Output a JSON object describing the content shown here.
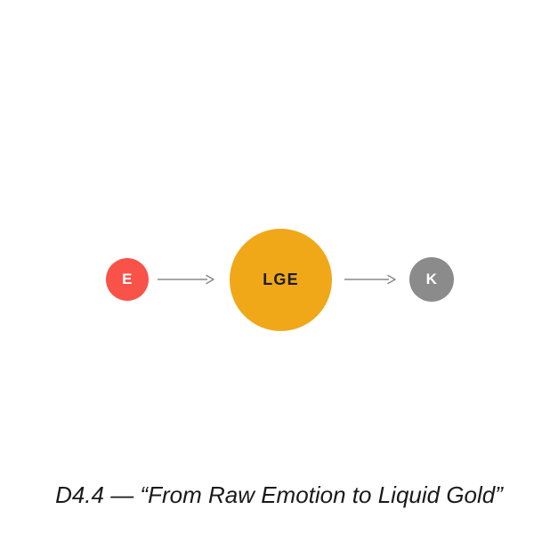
{
  "page": {
    "background_color": "#ffffff"
  },
  "caption": {
    "text": "D4.4 — “From Raw Emotion to Liquid Gold”",
    "text_color": "#1a1a1a"
  },
  "diagram": {
    "arrow_color": "#898989",
    "nodes": [
      {
        "id": "E",
        "label": "E",
        "color": "#F85249",
        "text_color": "#ffffff"
      },
      {
        "id": "LGE",
        "label": "LGE",
        "color": "#F0A818",
        "text_color": "#1d1d1d"
      },
      {
        "id": "K",
        "label": "K",
        "color": "#8B8B8B",
        "text_color": "#ffffff"
      }
    ],
    "arrows": [
      {
        "from": "E",
        "to": "LGE"
      },
      {
        "from": "LGE",
        "to": "K"
      }
    ]
  }
}
